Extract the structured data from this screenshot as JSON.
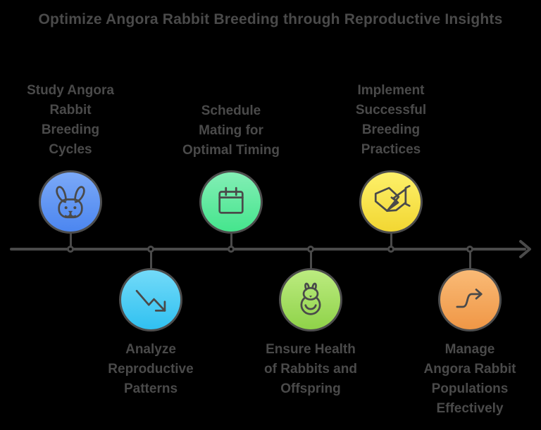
{
  "title": "Optimize Angora Rabbit Breeding through Reproductive Insights",
  "diagram_type": "horizontal-timeline",
  "colors": {
    "background": "#000000",
    "text": "#4a4a4a",
    "line": "#4a4a4a",
    "circle_border": "#4d4d4d",
    "icon_stroke": "#4a4a4a"
  },
  "timeline": {
    "direction": "left-to-right",
    "arrow_end": "right"
  },
  "nodes": [
    {
      "id": 1,
      "position": "above",
      "label": "Study Angora Rabbit Breeding Cycles",
      "label_lines": [
        "Study Angora",
        "Rabbit",
        "Breeding",
        "Cycles"
      ],
      "icon": "rabbit-face-icon",
      "color_top": "#7ba9f7",
      "color_bottom": "#4c86f0"
    },
    {
      "id": 2,
      "position": "below",
      "label": "Analyze Reproductive Patterns",
      "label_lines": [
        "Analyze",
        "Reproductive",
        "Patterns"
      ],
      "icon": "trend-down-arrow-icon",
      "color_top": "#73daf8",
      "color_bottom": "#30c1f1"
    },
    {
      "id": 3,
      "position": "above",
      "label": "Schedule Mating for Optimal Timing",
      "label_lines": [
        "Schedule",
        "Mating for",
        "Optimal Timing"
      ],
      "icon": "calendar-icon",
      "color_top": "#83eeb5",
      "color_bottom": "#45e58d"
    },
    {
      "id": 4,
      "position": "below",
      "label": "Ensure Health of Rabbits and Offspring",
      "label_lines": [
        "Ensure Health",
        "of Rabbits and",
        "Offspring"
      ],
      "icon": "rabbit-body-icon",
      "color_top": "#bceb80",
      "color_bottom": "#8fd349"
    },
    {
      "id": 5,
      "position": "above",
      "label": "Implement Successful Breeding Practices",
      "label_lines": [
        "Implement",
        "Successful",
        "Breeding",
        "Practices"
      ],
      "icon": "handshake-icon",
      "color_top": "#fdf06a",
      "color_bottom": "#f2d732"
    },
    {
      "id": 6,
      "position": "below",
      "label": "Manage Angora Rabbit Populations Effectively",
      "label_lines": [
        "Manage",
        "Angora Rabbit",
        "Populations",
        "Effectively"
      ],
      "icon": "s-curve-arrow-icon",
      "color_top": "#f9ba76",
      "color_bottom": "#f09746"
    }
  ]
}
